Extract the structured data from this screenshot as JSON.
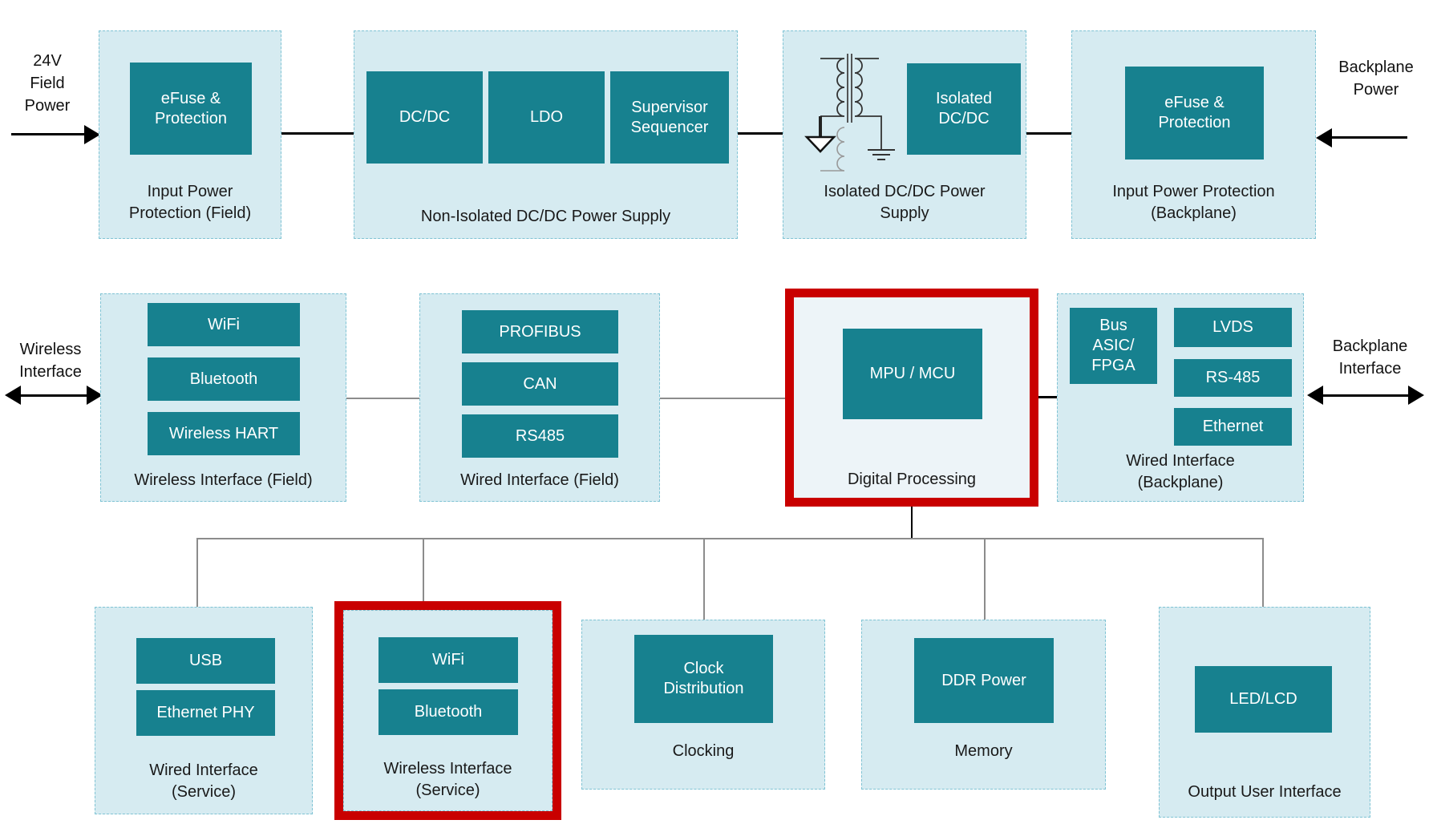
{
  "diagram": {
    "external_labels": {
      "field_power": "24V\nField\nPower",
      "backplane_power": "Backplane\nPower",
      "wireless_interface": "Wireless\nInterface",
      "backplane_interface": "Backplane\nInterface"
    },
    "groups": {
      "input_power_field": {
        "caption": "Input Power\nProtection (Field)",
        "blocks": {
          "efuse": "eFuse &\nProtection"
        }
      },
      "non_isolated_supply": {
        "caption": "Non-Isolated DC/DC Power Supply",
        "blocks": {
          "dcdc": "DC/DC",
          "ldo": "LDO",
          "supervisor": "Supervisor\nSequencer"
        }
      },
      "isolated_supply": {
        "caption": "Isolated DC/DC Power\nSupply",
        "icon": "transformer-icon",
        "blocks": {
          "isolated_dcdc": "Isolated\nDC/DC"
        }
      },
      "input_power_backplane": {
        "caption": "Input Power Protection\n(Backplane)",
        "blocks": {
          "efuse": "eFuse &\nProtection"
        }
      },
      "wireless_field": {
        "caption": "Wireless Interface (Field)",
        "blocks": {
          "wifi": "WiFi",
          "bluetooth": "Bluetooth",
          "wireless_hart": "Wireless HART"
        }
      },
      "wired_field": {
        "caption": "Wired Interface (Field)",
        "blocks": {
          "profibus": "PROFIBUS",
          "can": "CAN",
          "rs485": "RS485"
        }
      },
      "digital_processing": {
        "caption": "Digital Processing",
        "highlighted": true,
        "blocks": {
          "mpu_mcu": "MPU / MCU"
        }
      },
      "wired_backplane": {
        "caption": "Wired Interface\n(Backplane)",
        "blocks": {
          "bus_asic_fpga": "Bus\nASIC/\nFPGA",
          "lvds": "LVDS",
          "rs485": "RS-485",
          "ethernet": "Ethernet"
        }
      },
      "wired_service": {
        "caption": "Wired Interface\n(Service)",
        "blocks": {
          "usb": "USB",
          "ethernet_phy": "Ethernet PHY"
        }
      },
      "wireless_service": {
        "caption": "Wireless Interface\n(Service)",
        "highlighted": true,
        "blocks": {
          "wifi": "WiFi",
          "bluetooth": "Bluetooth"
        }
      },
      "clocking": {
        "caption": "Clocking",
        "blocks": {
          "clock_distribution": "Clock\nDistribution"
        }
      },
      "memory": {
        "caption": "Memory",
        "blocks": {
          "ddr_power": "DDR Power"
        }
      },
      "output_user_interface": {
        "caption": "Output User Interface",
        "blocks": {
          "led_lcd": "LED/LCD"
        }
      }
    },
    "colors": {
      "block_teal": "#17818f",
      "group_fill": "#d6ebf1",
      "group_border": "#7fc3d4",
      "highlight_red": "#c90000",
      "line_gray": "#8c8c8c",
      "line_black": "#000000"
    }
  }
}
